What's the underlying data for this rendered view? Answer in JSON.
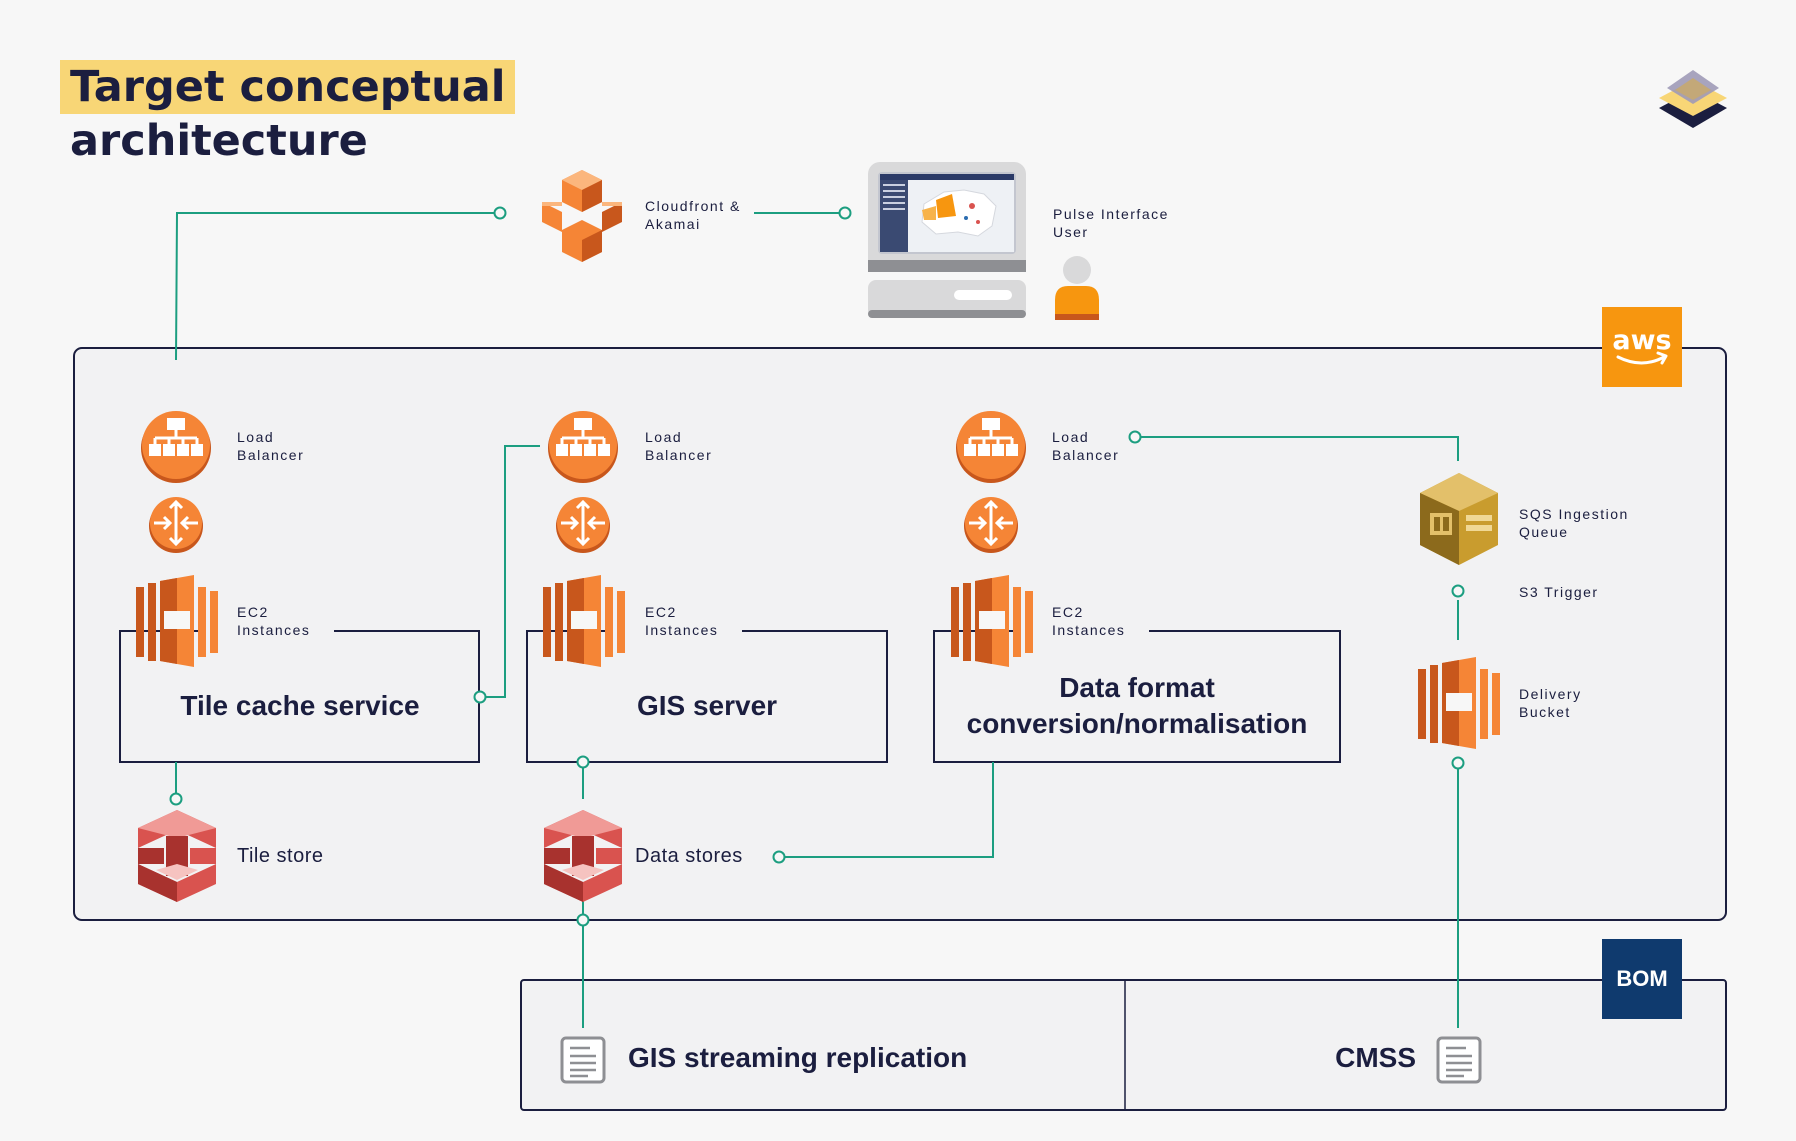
{
  "title": {
    "line1": "Target conceptual",
    "line2": "architecture"
  },
  "colors": {
    "accent_line": "#1c9e80",
    "highlight": "#f8d676",
    "aws_orange": "#f7960f",
    "bom_navy": "#0f3a6e",
    "aws_component": "#f58536",
    "store_red": "#d9534f",
    "sqs_gold": "#c99c2e"
  },
  "top": {
    "cdn_label": [
      "Cloudfront &",
      "Akamai"
    ],
    "user_label": [
      "Pulse Interface",
      "User"
    ]
  },
  "aws": {
    "badge": "aws",
    "columns": [
      {
        "lb_label": [
          "Load",
          "Balancer"
        ],
        "ec2_label": [
          "EC2",
          "Instances"
        ],
        "service": [
          "Tile cache service"
        ],
        "store": "Tile store"
      },
      {
        "lb_label": [
          "Load",
          "Balancer"
        ],
        "ec2_label": [
          "EC2",
          "Instances"
        ],
        "service": [
          "GIS server"
        ],
        "store": "Data stores"
      },
      {
        "lb_label": [
          "Load",
          "Balancer"
        ],
        "ec2_label": [
          "EC2",
          "Instances"
        ],
        "service": [
          "Data format",
          "conversion/normalisation"
        ]
      }
    ],
    "sqs_label": [
      "SQS Ingestion",
      "Queue"
    ],
    "trigger_label": "S3 Trigger",
    "bucket_label": [
      "Delivery",
      "Bucket"
    ]
  },
  "bom": {
    "badge": "BOM",
    "left": "GIS streaming replication",
    "right": "CMSS"
  }
}
